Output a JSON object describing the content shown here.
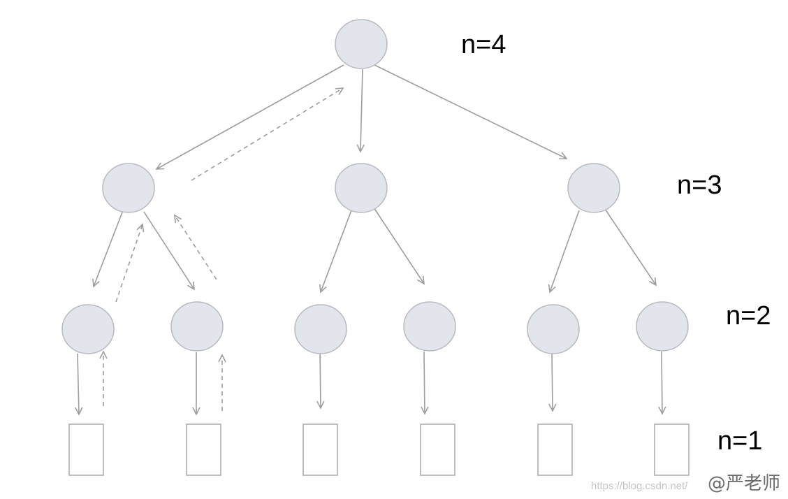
{
  "diagram": {
    "level_labels": {
      "n4": "n=4",
      "n3": "n=3",
      "n2": "n=2",
      "n1": "n=1"
    },
    "watermark": {
      "url": "https://blog.csdn.net/",
      "text": "@严老师"
    },
    "colors": {
      "node_fill": "#e2e5ec",
      "node_stroke": "#b7b9be",
      "leaf_stroke": "#a8a8a8",
      "edge": "#9d9d9d"
    }
  }
}
